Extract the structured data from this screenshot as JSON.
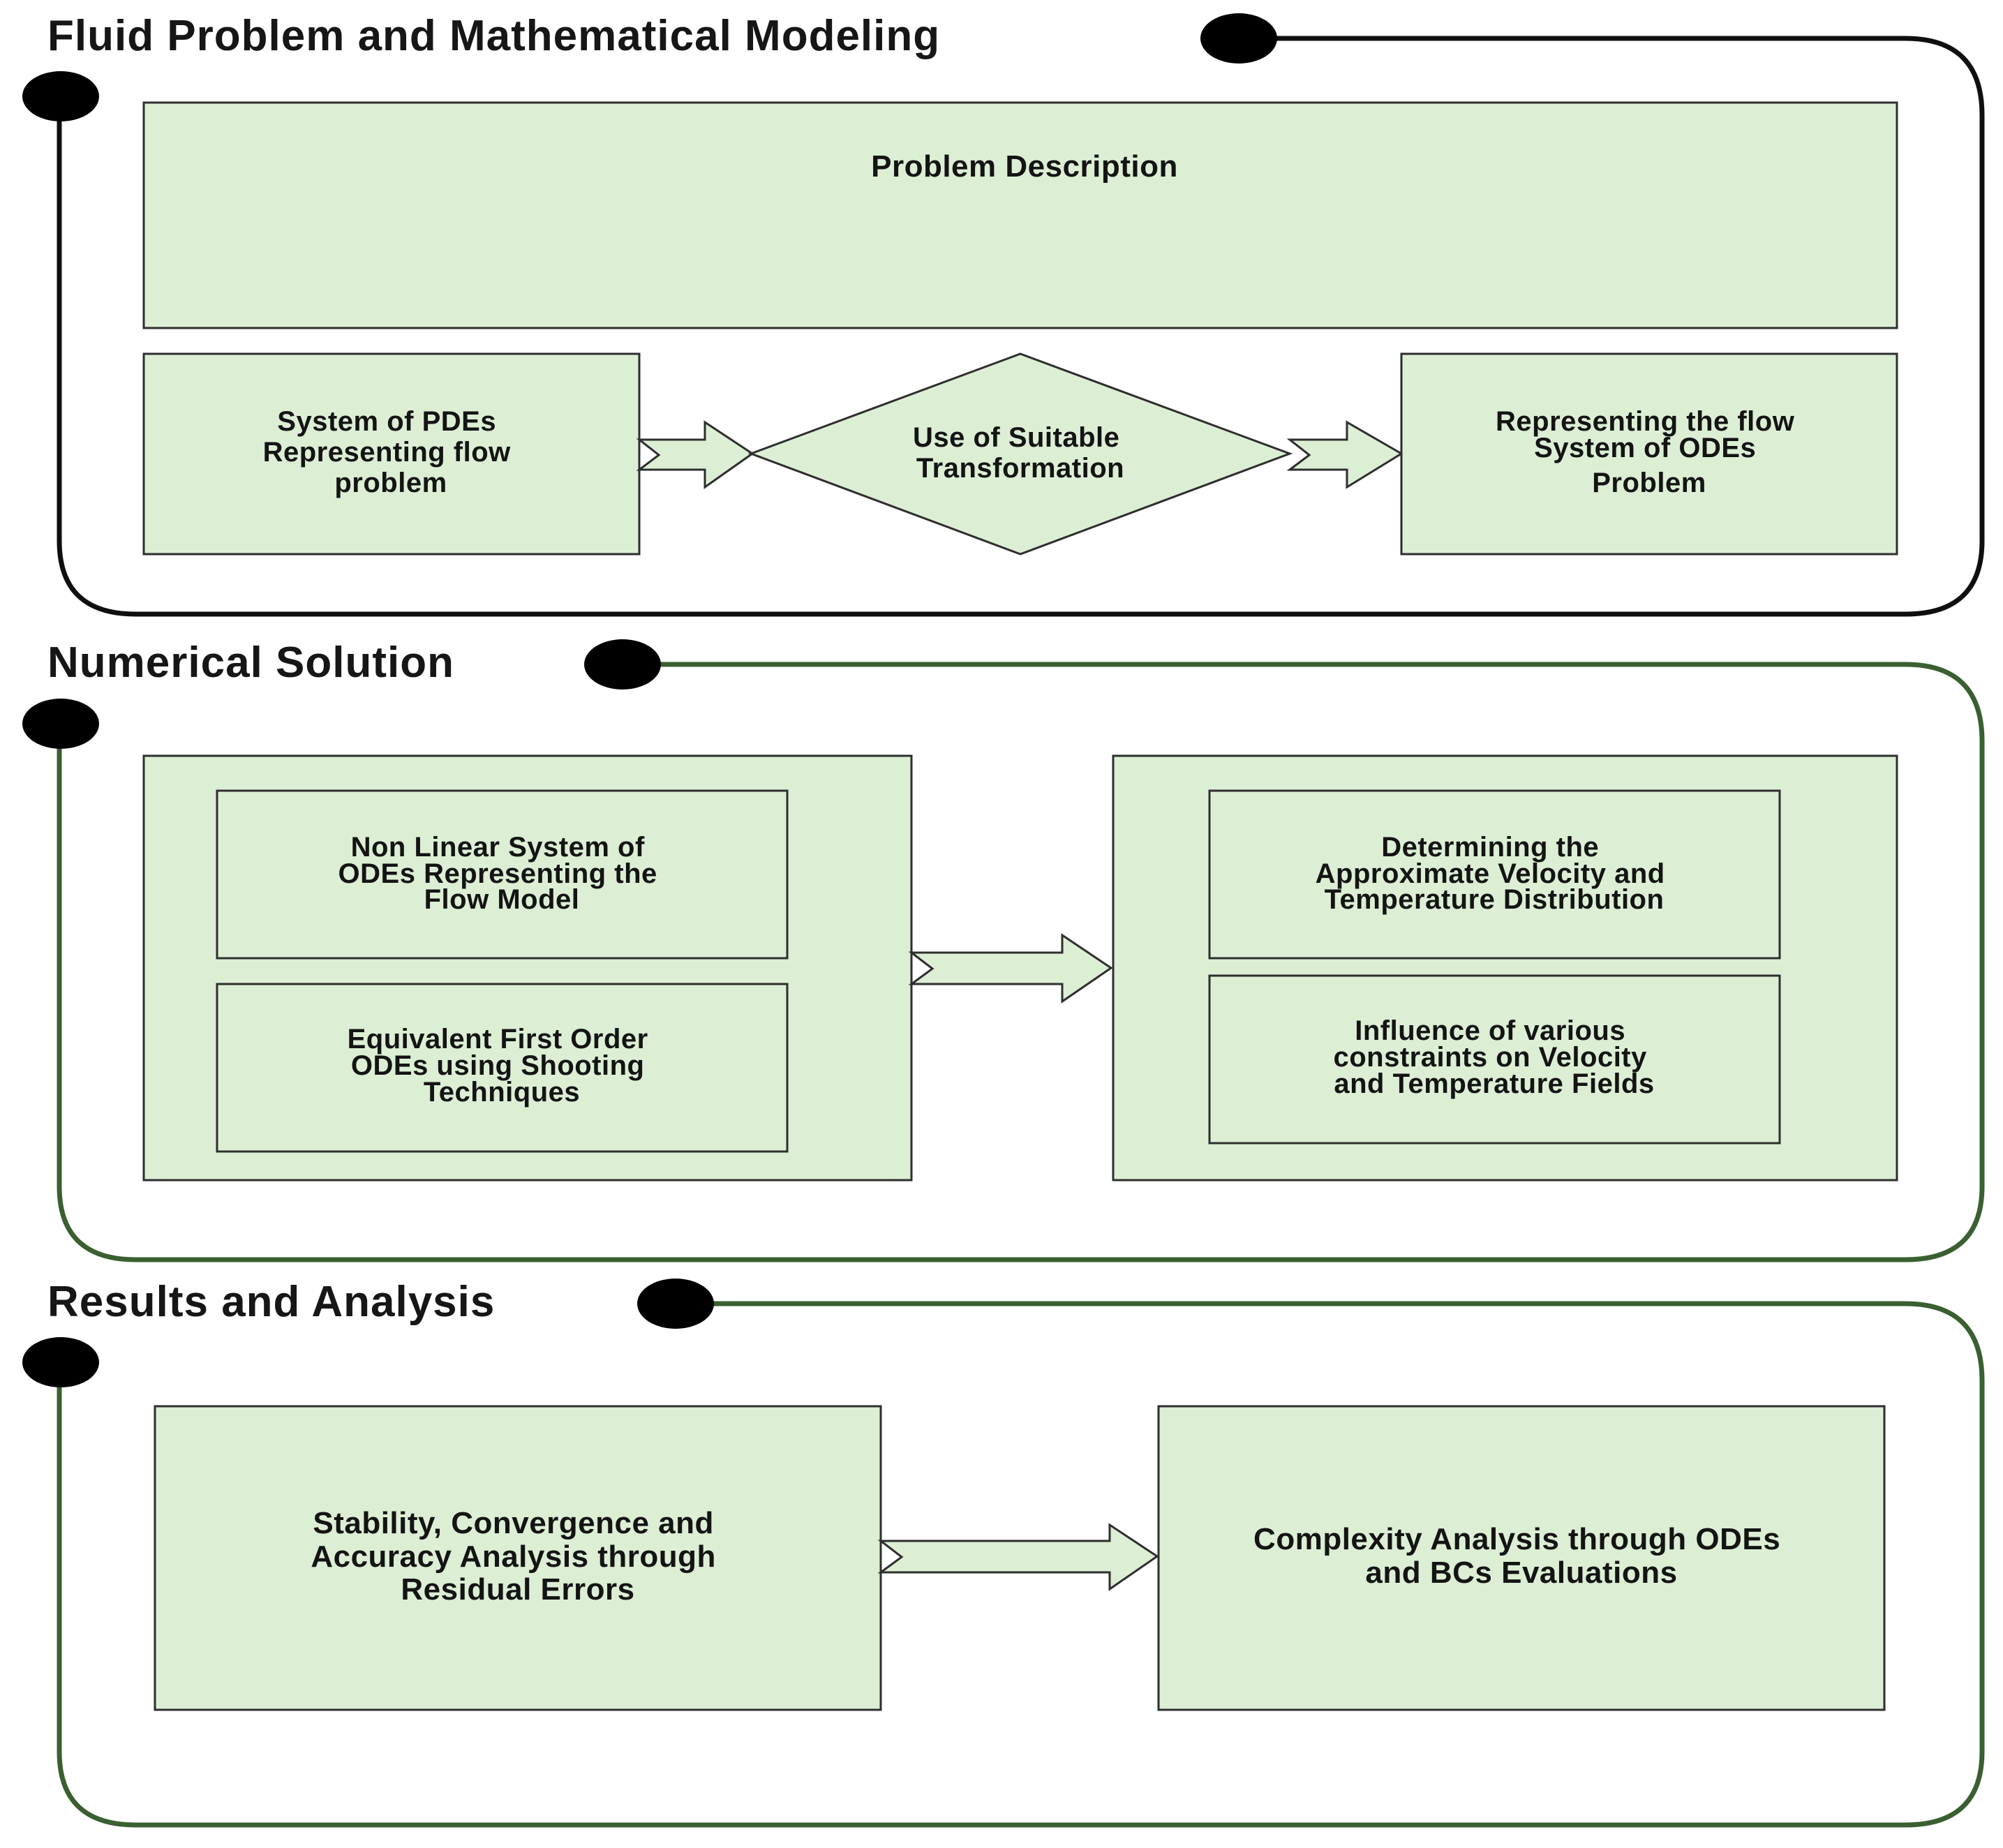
{
  "colors": {
    "box_fill": "#dcefd5",
    "box_stroke": "#2e2e2e",
    "section1_frame": "#0f0f0f",
    "section2_frame": "#3a5f30",
    "section3_frame": "#3a5f30",
    "dot": "#000000"
  },
  "sections": [
    {
      "title": "Fluid Problem and Mathematical Modeling",
      "problem_description": "Problem Description",
      "box_pdes": [
        "System of PDEs",
        "Representing flow",
        "problem"
      ],
      "diamond": [
        "Use of Suitable",
        "Transformation"
      ],
      "box_odes": [
        "Representing the flow",
        "System of ODEs",
        "Problem"
      ]
    },
    {
      "title": "Numerical Solution",
      "box_nonlinear": [
        "Non Linear System of",
        "ODEs Representing the",
        "Flow Model"
      ],
      "box_first_order": [
        "Equivalent First Order",
        "ODEs using Shooting",
        "Techniques"
      ],
      "box_velocity": [
        "Determining the",
        "Approximate Velocity and",
        "Temperature Distribution"
      ],
      "box_influence": [
        "Influence of various",
        "constraints on Velocity",
        "and Temperature Fields"
      ]
    },
    {
      "title": "Results and Analysis",
      "box_stability": [
        "Stability, Convergence and",
        "Accuracy Analysis through",
        "Residual Errors"
      ],
      "box_complexity": [
        "Complexity Analysis through ODEs",
        "and BCs Evaluations"
      ]
    }
  ]
}
